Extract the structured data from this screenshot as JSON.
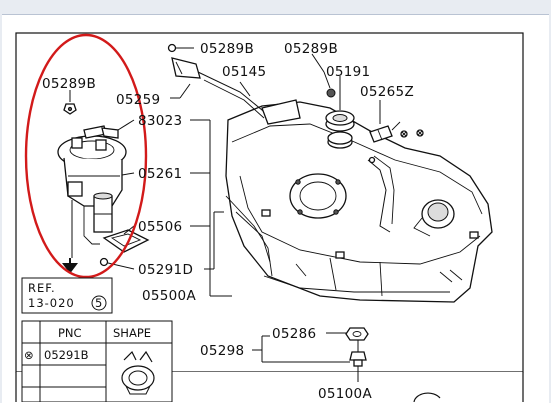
{
  "labels": {
    "p05289b_top": "05289B",
    "p05289b_top2": "05289B",
    "p05289b_left": "05289B",
    "p05145": "05145",
    "p05191": "05191",
    "p05265z": "05265Z",
    "p05259": "05259",
    "p83023": "83023",
    "p05261": "05261",
    "p05506": "05506",
    "p05291d": "05291D",
    "p05500a": "05500A",
    "p05286": "05286",
    "p05298": "05298",
    "p05100a": "05100A"
  },
  "ref": {
    "line1": "REF.",
    "line2": "13-020",
    "circled": "5"
  },
  "table": {
    "headers": [
      "PNC",
      "SHAPE"
    ],
    "rows": [
      {
        "marker": "⊗",
        "pnc": "05291B"
      }
    ]
  },
  "colors": {
    "highlight": "#d21a1a",
    "ink": "#111111",
    "page_bg": "#e8ecf2"
  }
}
